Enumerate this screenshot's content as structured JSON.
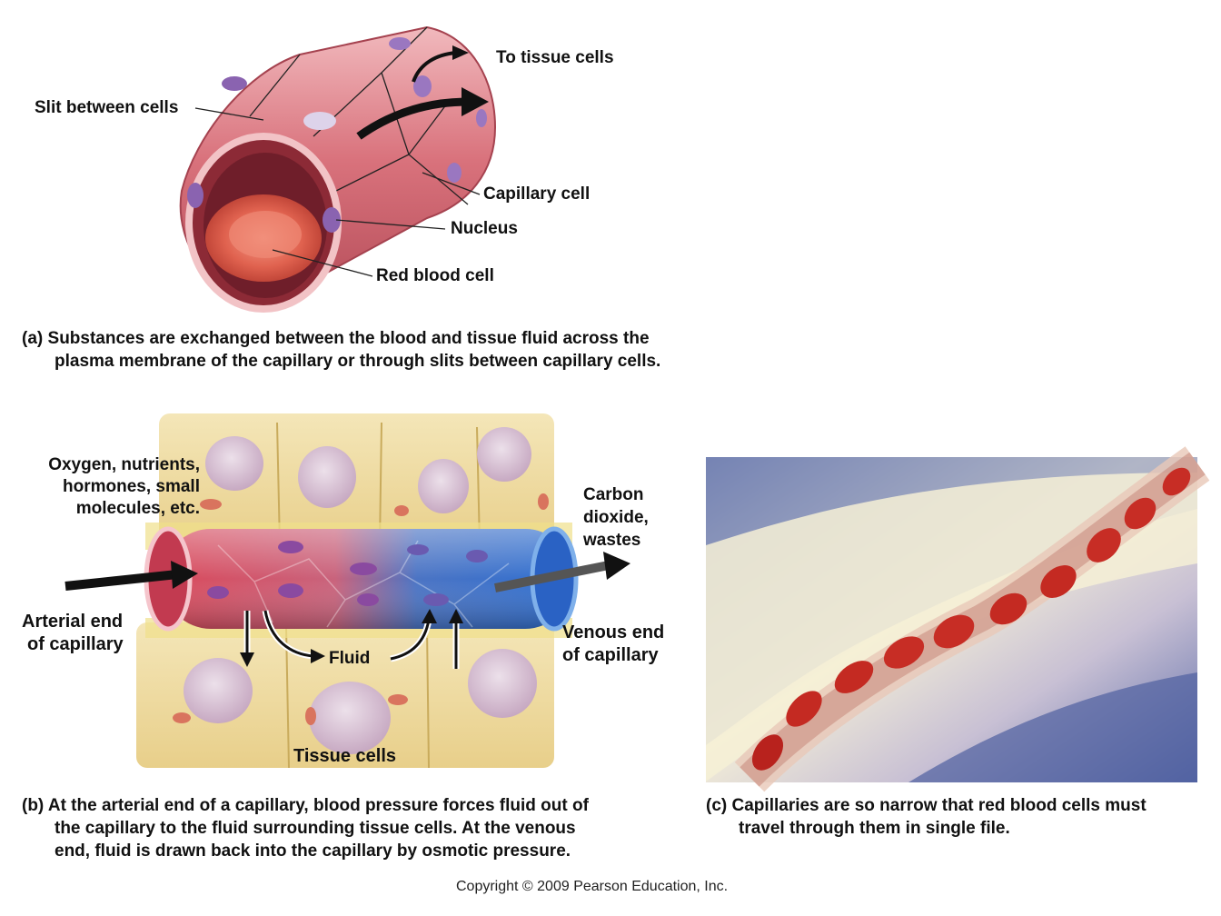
{
  "panel_a": {
    "labels": {
      "to_tissue_cells": "To tissue cells",
      "slit_between_cells": "Slit between cells",
      "capillary_cell": "Capillary cell",
      "nucleus": "Nucleus",
      "red_blood_cell": "Red blood cell"
    },
    "caption": {
      "tag": "(a)",
      "line1": "Substances are exchanged between the blood and tissue fluid across the",
      "line2": "plasma membrane of the capillary or through slits between capillary cells."
    }
  },
  "panel_b": {
    "labels": {
      "oxygen_1": "Oxygen, nutrients,",
      "oxygen_2": "hormones, small",
      "oxygen_3": "molecules, etc.",
      "carbon_1": "Carbon",
      "carbon_2": "dioxide,",
      "carbon_3": "wastes",
      "arterial_1": "Arterial end",
      "arterial_2": "of capillary",
      "venous_1": "Venous end",
      "venous_2": "of capillary",
      "fluid": "Fluid",
      "tissue_cells": "Tissue cells"
    },
    "caption": {
      "tag": "(b)",
      "line1": "At the arterial end of a capillary, blood pressure forces fluid out of",
      "line2": "the capillary to the fluid surrounding tissue cells. At the venous",
      "line3": "end, fluid is drawn back into the capillary by osmotic pressure."
    }
  },
  "panel_c": {
    "caption": {
      "tag": "(c)",
      "line1": "Capillaries are so narrow that red blood cells must",
      "line2": "travel through them in single file."
    }
  },
  "copyright": "Copyright © 2009 Pearson Education, Inc."
}
